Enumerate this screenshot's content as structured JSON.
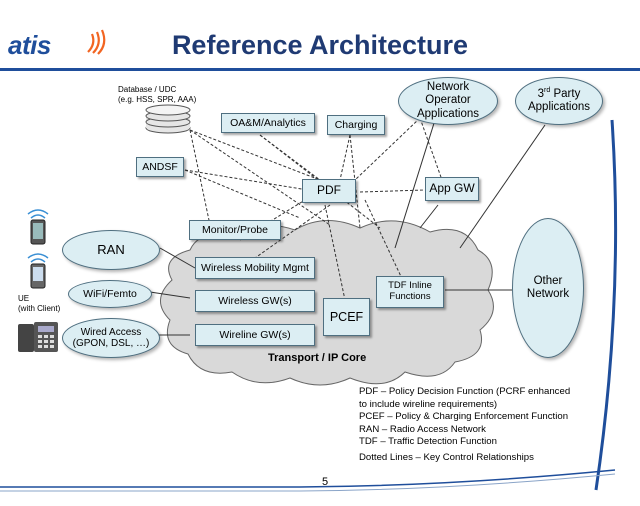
{
  "header": {
    "logo_text": "atis",
    "title": "Reference Architecture"
  },
  "labels": {
    "database": "Database / UDC",
    "database_sub": "(e.g. HSS, SPR, AAA)",
    "ue": "UE",
    "ue_sub": "(with Client)",
    "transport": "Transport / IP Core"
  },
  "nodes": {
    "oam": "OA&M/Analytics",
    "charging": "Charging",
    "network_operator": [
      "Network",
      "Operator",
      "Applications"
    ],
    "third_party": {
      "sup": "rd",
      "num": "3",
      "rest": " Party",
      "line2": "Applications"
    },
    "andsf": "ANDSF",
    "pdf": "PDF",
    "app_gw": "App GW",
    "monitor": "Monitor/Probe",
    "ran": "RAN",
    "wifi": "WiFi/Femto",
    "wired": [
      "Wired Access",
      "(GPON, DSL, …)"
    ],
    "wireless_mm": "Wireless Mobility Mgmt",
    "wireless_gw": "Wireless GW(s)",
    "wireline_gw": "Wireline GW(s)",
    "pcef": "PCEF",
    "tdf": [
      "TDF Inline",
      "Functions"
    ],
    "other_network": [
      "Other",
      "Network"
    ]
  },
  "legend": [
    "PDF – Policy Decision Function (PCRF enhanced",
    "to include wireline requirements)",
    "PCEF – Policy & Charging Enforcement Function",
    "RAN – Radio Access Network",
    "TDF – Traffic Detection Function",
    "Dotted Lines – Key Control Relationships"
  ],
  "footer": {
    "page_number": "5"
  },
  "colors": {
    "brand_blue": "#1f4e9b",
    "accent_orange": "#f26522",
    "box_fill": "#dceef3",
    "cloud_fill": "#d9d9d9"
  }
}
